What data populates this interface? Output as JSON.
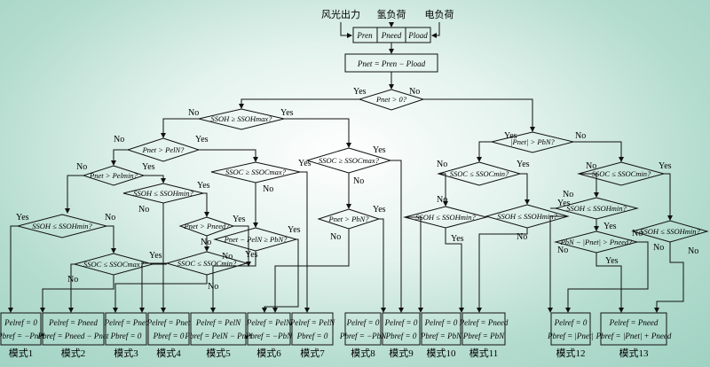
{
  "inputs": {
    "wind_solar": "风光出力",
    "hydrogen_load": "氢负荷",
    "electric_load": "电负荷"
  },
  "powers": {
    "p_ren": "Pren",
    "p_need": "Pneed",
    "p_load": "Pload",
    "p_net_eq": "Pnet = Pren − Pload"
  },
  "conditions": {
    "c_root": "Pnet > 0?",
    "c_soh_max": "SSOH ≥ SSOHmax?",
    "c_pabs_bn": "|Pnet| > PbN?",
    "c_pnet_eln": "Pnet > PelN?",
    "c_pnet_elmin": "Pnet > Pelmin?",
    "c_soh_min_a": "SSOH ≤ SSOHmin?",
    "c_soh_min_b": "SSOH ≤ SSOHmin?",
    "c_soc_max_a": "SSOC ≥ SSOCmax?",
    "c_soc_max_b": "SSOC ≥ SSOCmax?",
    "c_soc_max_c": "SSOC ≤ SSOCmax?",
    "c_pnet_need": "Pnet > Pneed?",
    "c_soc_min_a": "SSOC ≤ SSOCmin?",
    "c_pnet_bn": "Pnet > PbN?",
    "c_diff_bn": "Pnet − PelN ≥ PbN?",
    "c_soc_min_b": "SSOC ≤ SSOCmin?",
    "c_soc_min_c": "SSOC ≤ SSOCmin?",
    "c_soh_min_c": "SSOH ≤ SSOHmin?",
    "c_soh_min_d": "SSOH ≤ SSOHmin?",
    "c_soh_min_e": "SSOH ≤ SSOHmin?",
    "c_soh_min_f": "SSOH ≤ SSOHmin?",
    "c_pbn_cmp": "PbN − |Pnet| > Pneed?"
  },
  "answers": {
    "yes": "Yes",
    "no": "No"
  },
  "modes": [
    {
      "label": "模式1",
      "l1": "Pelref = 0",
      "l2": "Pbref = −Pnet"
    },
    {
      "label": "模式2",
      "l1": "Pelref = Pneed",
      "l2": "Pbref = Pneed − Pnet"
    },
    {
      "label": "模式3",
      "l1": "Pelref = Pnet",
      "l2": "Pbref = 0"
    },
    {
      "label": "模式4",
      "l1": "Pelref = Pnet",
      "l2": "Pbref = 0"
    },
    {
      "label": "模式5",
      "l1": "Pelref = PelN",
      "l2": "Pbref = PelN − Pnet"
    },
    {
      "label": "模式6",
      "l1": "Pelref = PelN",
      "l2": "Pbref = −PbN"
    },
    {
      "label": "模式7",
      "l1": "Pelref = PelN",
      "l2": "Pbref = 0"
    },
    {
      "label": "模式8",
      "l1": "Pelref = 0",
      "l2": "Pbref = −PbN"
    },
    {
      "label": "模式9",
      "l1": "Pelref = 0",
      "l2": "Pbref = 0"
    },
    {
      "label": "模式10",
      "l1": "Pelref = 0",
      "l2": "Pbref = PbN"
    },
    {
      "label": "模式11",
      "l1": "Pelref = Pneed",
      "l2": "Pbref = PbN"
    },
    {
      "label": "模式12",
      "l1": "Pelref = 0",
      "l2": "Pbref = |Pnet|"
    },
    {
      "label": "模式13",
      "l1": "Pelref = Pneed",
      "l2": "Pbref = |Pnet| + Pneed"
    }
  ]
}
